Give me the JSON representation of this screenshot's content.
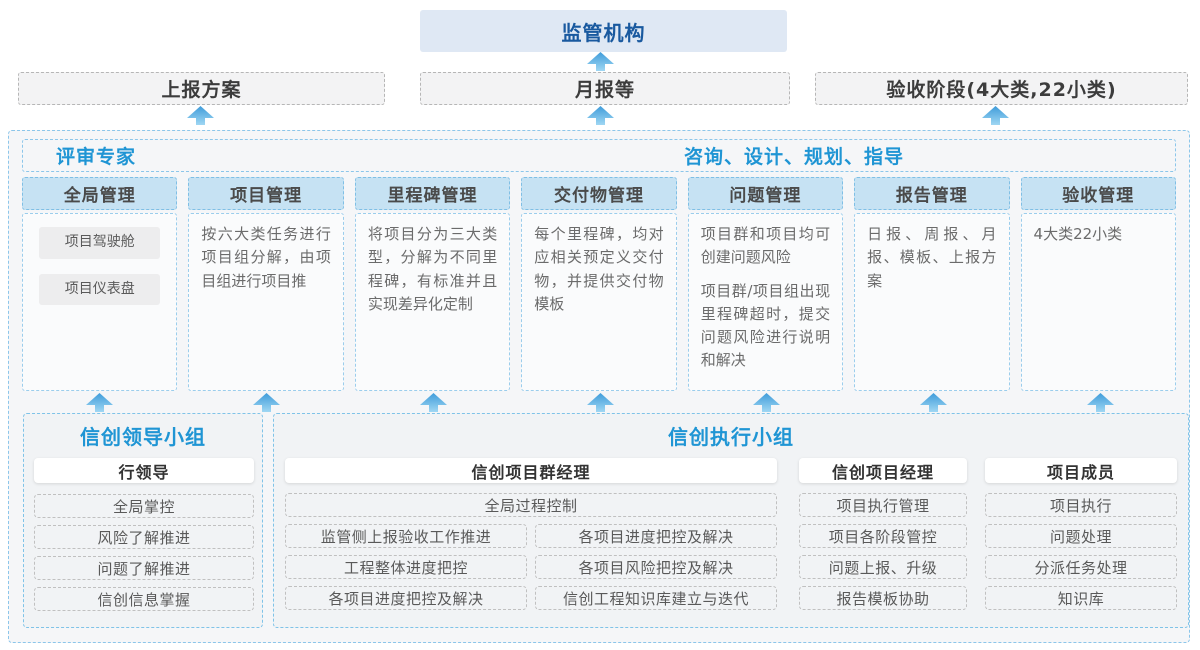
{
  "top": {
    "regulator": "监管机构",
    "outputs": [
      "上报方案",
      "月报等",
      "验收阶段(4大类,22小类)"
    ]
  },
  "main": {
    "expert_label": "评审专家",
    "advisory_label": "咨询、设计、规划、指导",
    "columns": [
      {
        "title": "全局管理",
        "pills": [
          "项目驾驶舱",
          "项目仪表盘"
        ]
      },
      {
        "title": "项目管理",
        "paragraphs": [
          "按六大类任务进行项目组分解，由项目组进行项目推"
        ]
      },
      {
        "title": "里程碑管理",
        "paragraphs": [
          "将项目分为三大类型，分解为不同里程碑，有标准并且实现差异化定制"
        ]
      },
      {
        "title": "交付物管理",
        "paragraphs": [
          "每个里程碑，均对应相关预定义交付物，并提供交付物模板"
        ]
      },
      {
        "title": "问题管理",
        "paragraphs": [
          "项目群和项目均可创建问题风险",
          "项目群/项目组出现里程碑超时，提交问题风险进行说明和解决"
        ]
      },
      {
        "title": "报告管理",
        "paragraphs": [
          "日报、周报、月报、模板、上报方案"
        ]
      },
      {
        "title": "验收管理",
        "paragraphs": [
          "4大类22小类"
        ]
      }
    ]
  },
  "bottom": {
    "leader_group": {
      "title": "信创领导小组",
      "role": "行领导",
      "items": [
        "全局掌控",
        "风险了解推进",
        "问题了解推进",
        "信创信息掌握"
      ]
    },
    "exec_group": {
      "title": "信创执行小组",
      "program_manager": {
        "role": "信创项目群经理",
        "full_item": "全局过程控制",
        "left_items": [
          "监管侧上报验收工作推进",
          "工程整体进度把控",
          "各项目进度把控及解决"
        ],
        "right_items": [
          "各项目进度把控及解决",
          "各项目风险把控及解决",
          "信创工程知识库建立与迭代"
        ]
      },
      "project_manager": {
        "role": "信创项目经理",
        "items": [
          "项目执行管理",
          "项目各阶段管控",
          "问题上报、升级",
          "报告模板协助"
        ]
      },
      "member": {
        "role": "项目成员",
        "items": [
          "项目执行",
          "问题处理",
          "分派任务处理",
          "知识库"
        ]
      }
    }
  },
  "colors": {
    "accent_blue": "#1f95d4",
    "regulator_bg": "#dfe8f4",
    "regulator_text": "#19599f",
    "container_border": "#8cc6ea",
    "column_header_bg": "#c6e2f3",
    "arrow_blue": "#4aa3dd"
  }
}
